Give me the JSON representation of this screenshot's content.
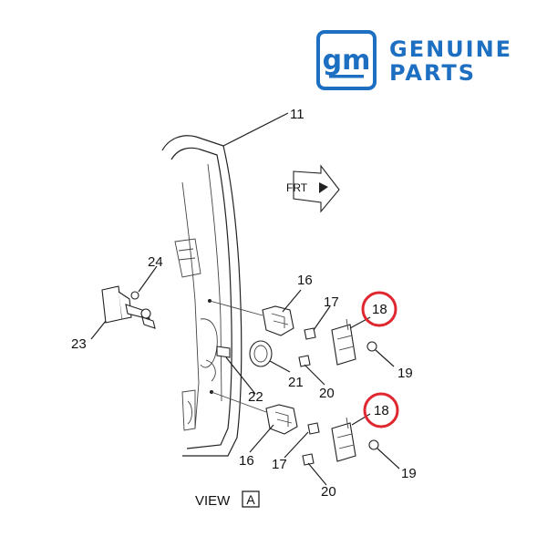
{
  "brand": {
    "mark": "gm",
    "line1": "GENUINE",
    "line2": "PARTS",
    "color": "#1d6fc2"
  },
  "direction_label": "FRT",
  "callouts": {
    "c11": "11",
    "c16a": "16",
    "c16b": "16",
    "c17a": "17",
    "c17b": "17",
    "c18a": "18",
    "c18b": "18",
    "c19a": "19",
    "c19b": "19",
    "c20a": "20",
    "c20b": "20",
    "c21": "21",
    "c22": "22",
    "c23": "23",
    "c24": "24"
  },
  "highlight_color": "#e0262e",
  "view": {
    "label": "VIEW",
    "letter": "A"
  }
}
